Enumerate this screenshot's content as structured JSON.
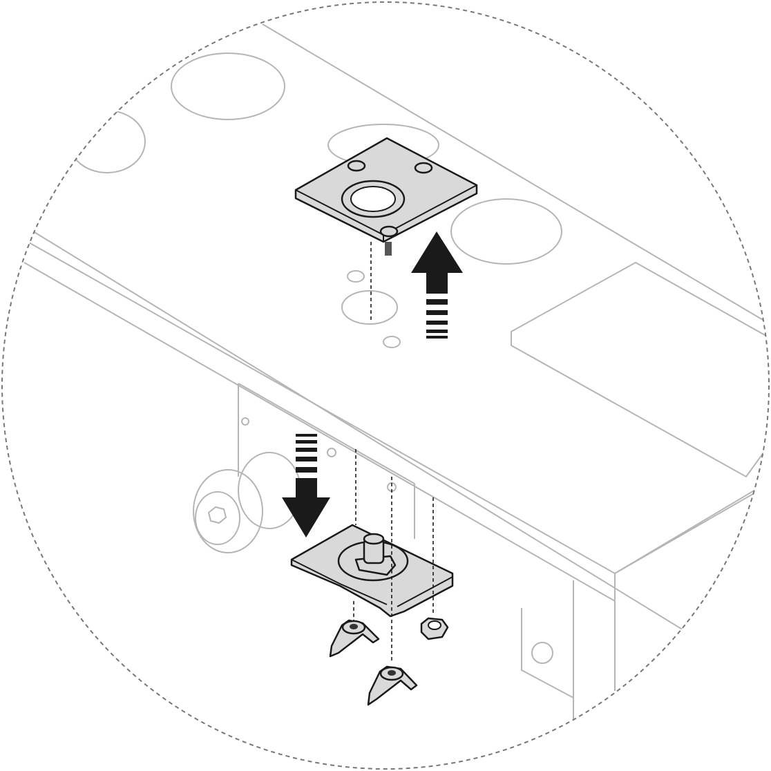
{
  "colors": {
    "background": "#ffffff",
    "context_lines": "#b5b5b5",
    "part_fill": "#d9d9d9",
    "part_outline": "#1a1a1a",
    "arrow": "#1a1a1a",
    "frame_dash": "#777777"
  },
  "arrows": [
    {
      "name": "up-arrow",
      "direction": "up"
    },
    {
      "name": "down-arrow",
      "direction": "down"
    }
  ]
}
